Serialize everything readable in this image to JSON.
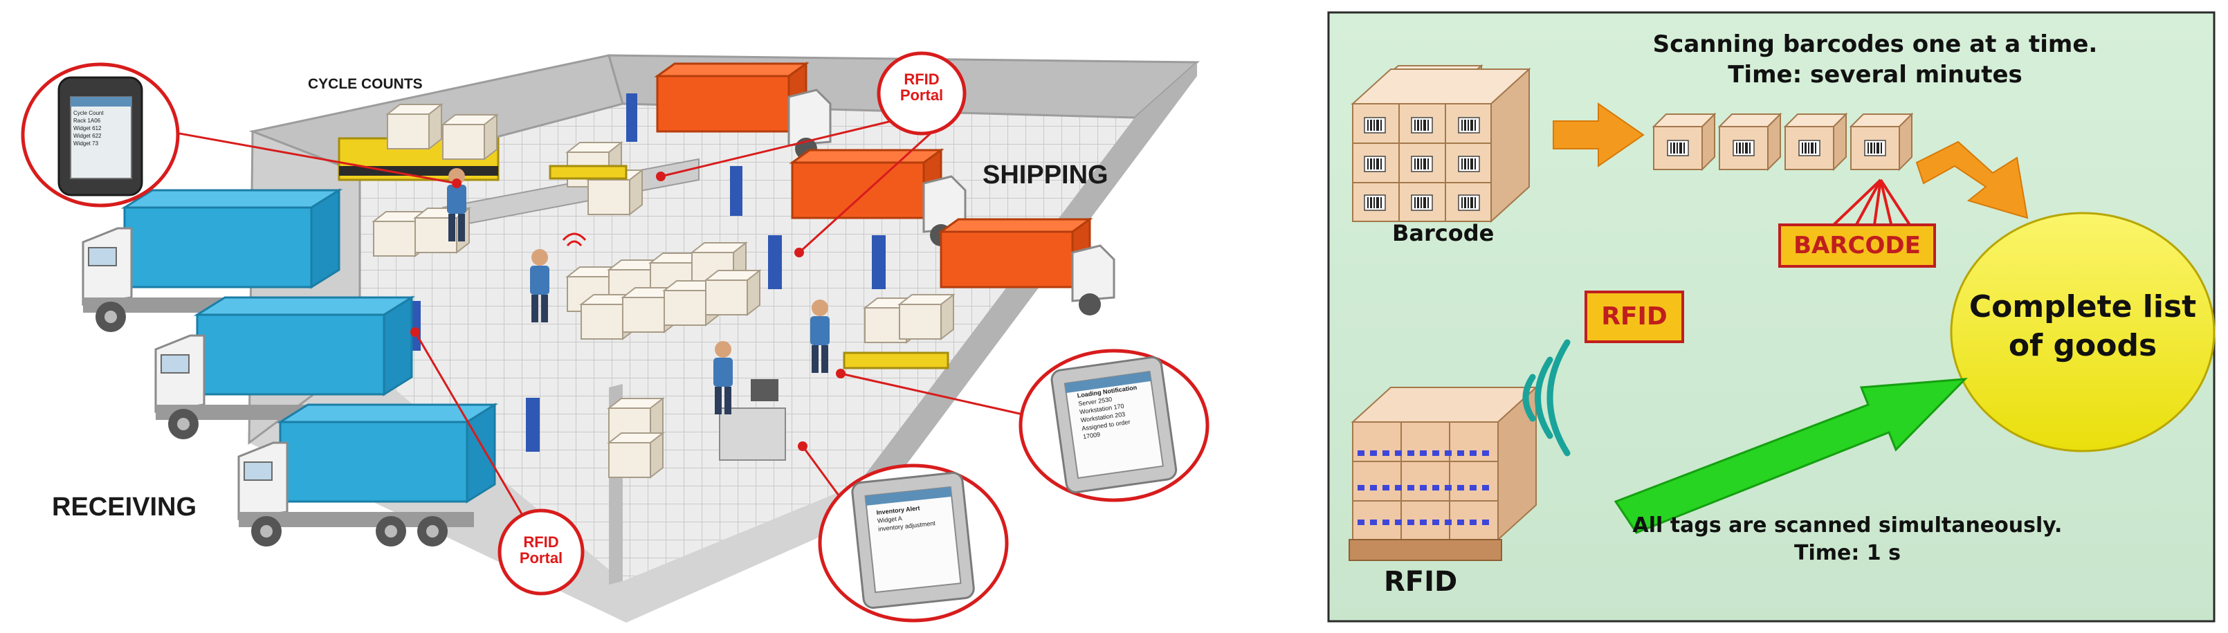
{
  "left_panel": {
    "cycle_counts": "CYCLE COUNTS",
    "shipping": "SHIPPING",
    "receiving": "RECEIVING",
    "rfid_portal_top": [
      "RFID",
      "Portal"
    ],
    "rfid_portal_bottom": [
      "RFID",
      "Portal"
    ],
    "handheld_screen": [
      "Cycle Count",
      "Rack 1A06",
      "Widget 612",
      "Widget 622",
      "Widget 73"
    ],
    "loading_notification": {
      "title": "Loading Notification",
      "lines": [
        "Server 2530",
        "Workstation 170",
        "Workstation 203",
        "Assigned to order",
        "17009"
      ]
    },
    "inventory_alert": {
      "title": "Inventory Alert",
      "lines": [
        "Widget A",
        "inventory adjustment"
      ]
    }
  },
  "right_panel": {
    "top_caption_line1": "Scanning barcodes one at a time.",
    "top_caption_line2": "Time: several minutes",
    "barcode_label": "Barcode",
    "barcode_box": "BARCODE",
    "rfid_box": "RFID",
    "rfid_label": "RFID",
    "result_line1": "Complete list",
    "result_line2": "of goods",
    "bottom_caption_line1": "All tags are scanned simultaneously.",
    "bottom_caption_line2": "Time: 1 s",
    "colors": {
      "background": "#cfe9d4",
      "arrow_orange": "#f39a1e",
      "arrow_green": "#22d11e",
      "ellipse_yellow": "#f5ee1a",
      "box_yellow": "#f6c21a",
      "box_border": "#c01e1e"
    }
  }
}
